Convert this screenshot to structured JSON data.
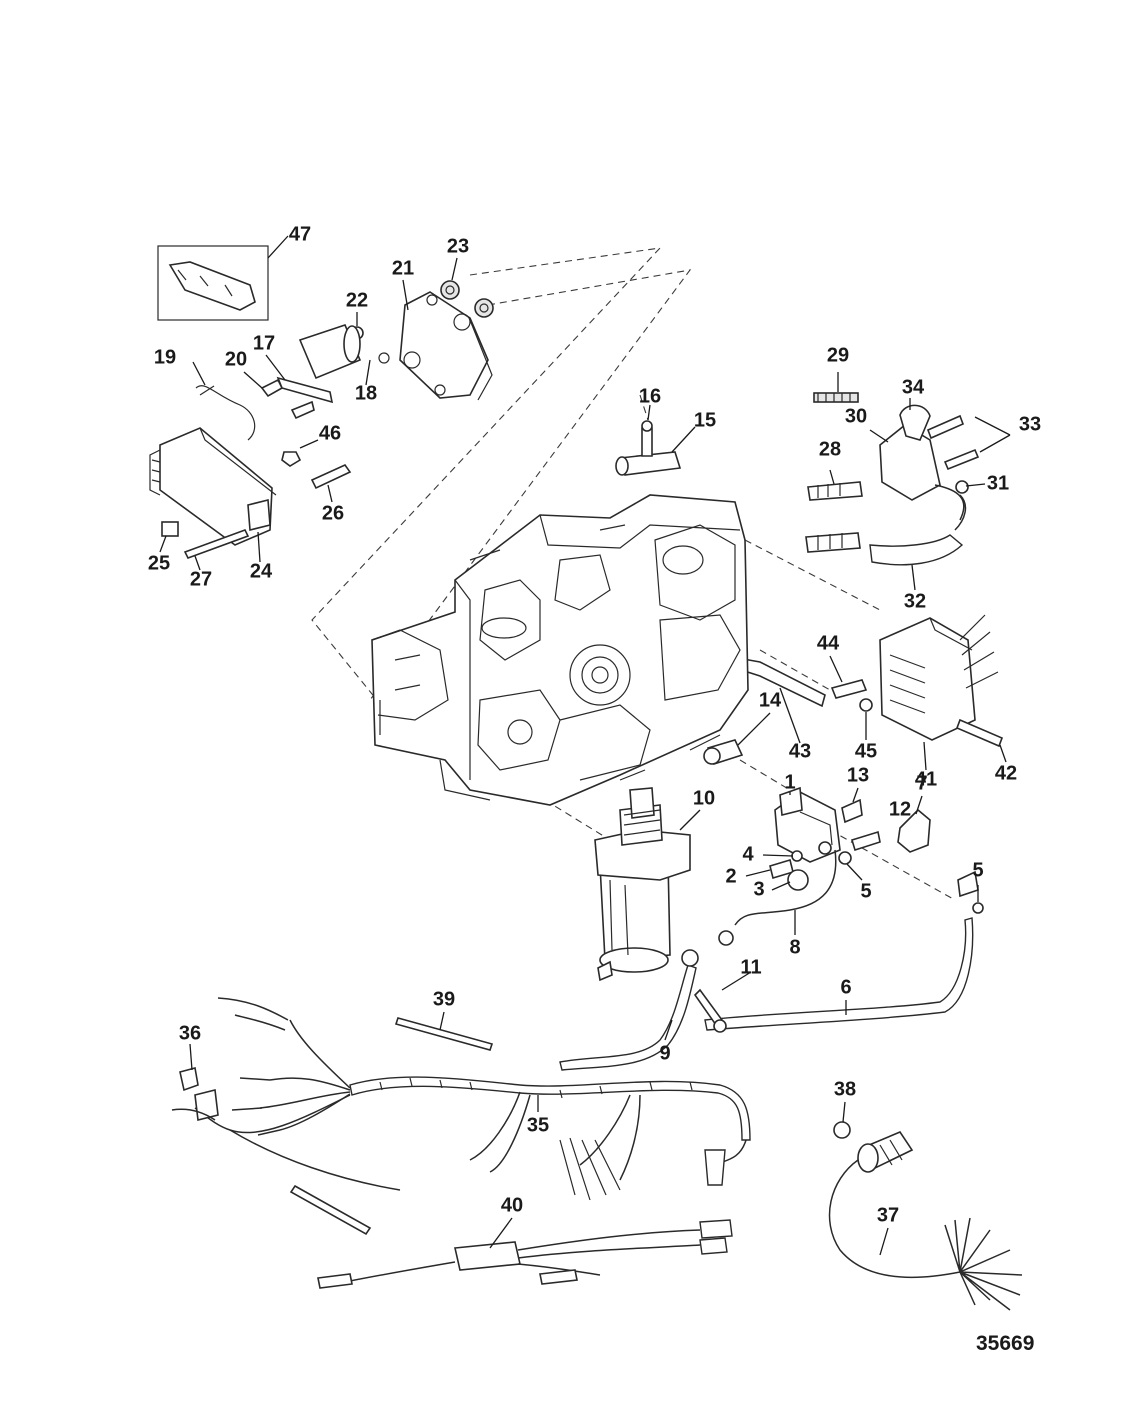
{
  "figure_number": "35669",
  "callouts": [
    "1",
    "2",
    "3",
    "4",
    "5",
    "5",
    "6",
    "7",
    "8",
    "9",
    "10",
    "11",
    "12",
    "13",
    "14",
    "15",
    "16",
    "17",
    "18",
    "19",
    "20",
    "21",
    "22",
    "23",
    "24",
    "25",
    "26",
    "27",
    "28",
    "29",
    "30",
    "31",
    "32",
    "33",
    "34",
    "35",
    "36",
    "37",
    "38",
    "39",
    "40",
    "41",
    "42",
    "43",
    "44",
    "45",
    "46",
    "47"
  ]
}
